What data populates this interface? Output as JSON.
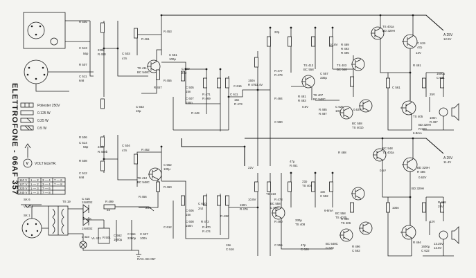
{
  "title": "ELETTROFONE - 06AF 357",
  "legend": [
    "Poliester 250V",
    "0.125 W",
    "0.25 W",
    "0.5 W"
  ],
  "volt_meter": "VOLT ELETR.",
  "voltage_table": [
    [
      "110 V",
      "1 — 2",
      "3 — 4",
      "7 — 6"
    ],
    [
      "127 V",
      "1 — 2",
      "3 — 4",
      "7 — 8"
    ],
    [
      "220 V",
      "1 — 3",
      "7 — 6",
      ""
    ],
    [
      "240 V",
      "1 — 3",
      "7 — 8",
      ""
    ]
  ],
  "components": {
    "top": [
      "R 505",
      "C 513",
      "56p",
      "220k",
      "R 450",
      "R 507",
      "C 511",
      "6n8",
      "C 503",
      "47n",
      "R 461",
      "R 453",
      "TS 411",
      "BC 548C",
      "R 455",
      "R 457",
      "C 551",
      "100μ",
      "C 609",
      "2n2",
      "C 553",
      "10μ",
      "C 505",
      "15n",
      "C 607",
      "150n",
      "R 471",
      "R 469",
      "R 449",
      "C 611",
      "15n",
      "R 473",
      "C 615",
      "150n",
      "R 475",
      "R 477",
      "R 479",
      "R 484",
      "C 590",
      "22p",
      "TS 413",
      "BC 558",
      "C 557",
      "330μ",
      "R 481",
      "R 483",
      "TS 407",
      "BC 548C",
      "C 625",
      "10n",
      "TS 403",
      "BC 548",
      "TS 401a",
      "BD 329H",
      "C 619",
      "47p",
      "R 485",
      "R 487",
      "R 489",
      "R 493",
      "R 495",
      "R 491",
      "TS 405",
      "BC 558",
      "TS 401b",
      "BD 329H",
      "R 503",
      "C 561",
      "1600μ",
      "C 621",
      "100n",
      "R 497",
      "25V",
      "12.5V",
      "12V",
      "10.8V",
      "11.4V",
      "0.6V",
      "0.63V",
      "6-8mA"
    ],
    "bottom": [
      "R 506",
      "C 514",
      "56p",
      "220k",
      "R 450b",
      "R 508",
      "C 512",
      "6n8",
      "C 504",
      "47n",
      "R 452",
      "TS 412",
      "BC 548C",
      "R 456",
      "R 460",
      "C 552",
      "100μ",
      "C 610",
      "2n2",
      "C 606",
      "15n",
      "C 608",
      "150n",
      "R 472",
      "R 470",
      "R 474",
      "R 432",
      "C 612",
      "15n",
      "C 616",
      "150n",
      "R 476",
      "R 478",
      "R 480",
      "C 555",
      "47μ",
      "R 451",
      "22V",
      "10.8V",
      "TS 410",
      "BC 558",
      "C 558",
      "330μ",
      "TS 408",
      "BC 548C",
      "C 620",
      "47p",
      "C 626",
      "10n",
      "C 592",
      "22p",
      "TS 404",
      "BC 548",
      "TS 402a",
      "BD 329H",
      "R 486",
      "R 488",
      "R 490",
      "TS 406",
      "BC 558",
      "TS 402b",
      "BD 329H",
      "R 494",
      "R 496",
      "C 562",
      "1600μ",
      "C 622",
      "100n",
      "R 498",
      "25V",
      "13.25V",
      "12.5V",
      "12V",
      "11.4V",
      "0.6V",
      "0.63V",
      "6-8mA"
    ],
    "psu": [
      "VL 421",
      "TS 19",
      "C 415",
      "1N4002",
      "D 416",
      "1N4002",
      "R 499",
      "22",
      "C 562",
      "1000μ",
      "C 564",
      "2200μ",
      "C 627",
      "100n",
      "VL 421",
      "R 501",
      "L 423",
      "SK 1",
      "SK 6",
      "25V",
      "RAG. BC 057"
    ]
  },
  "signals": {
    "top_arrow": "A 25V",
    "bottom_arrow": "A 25V"
  }
}
